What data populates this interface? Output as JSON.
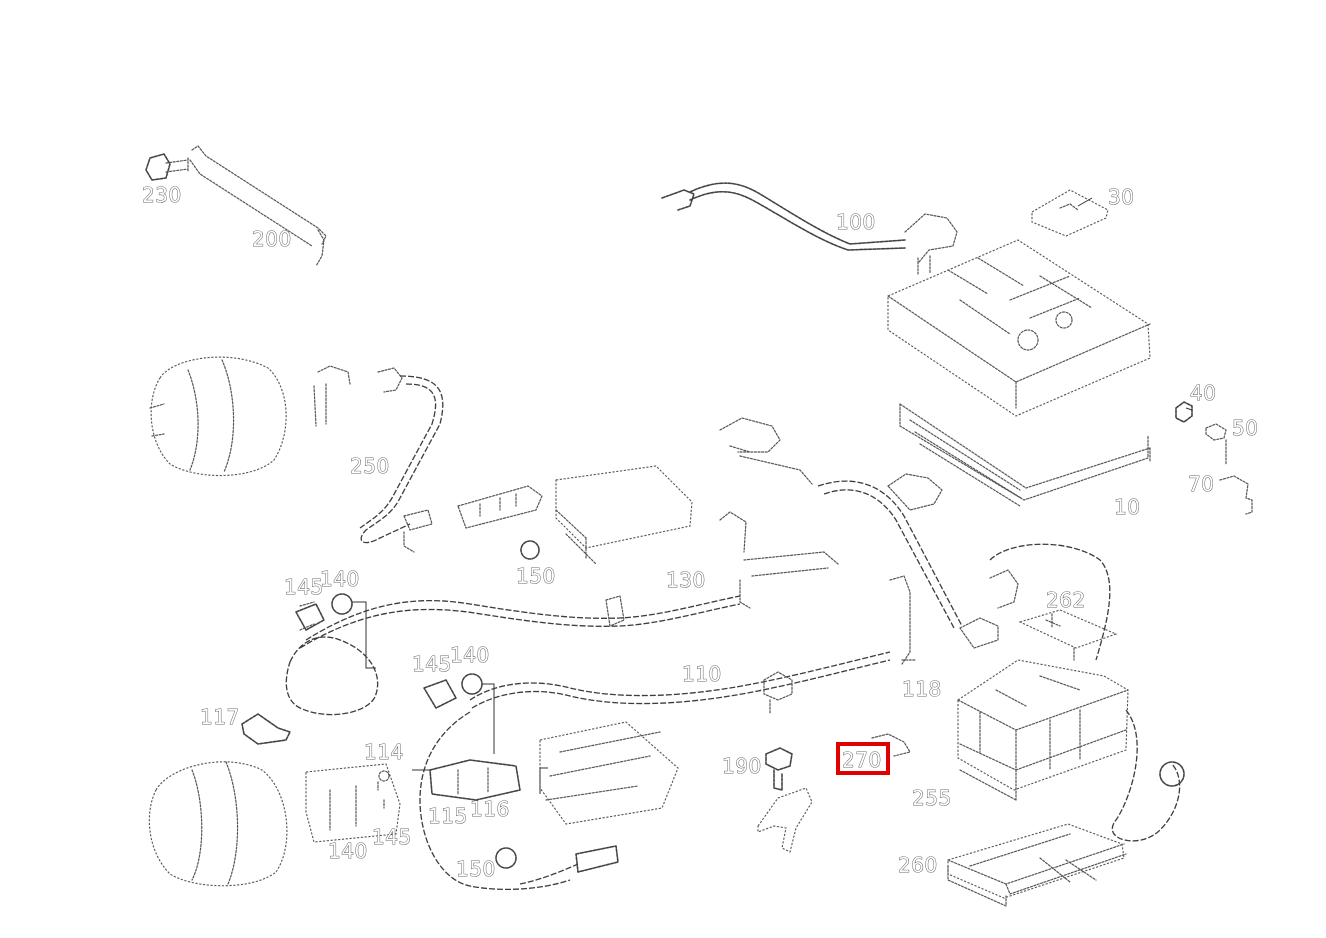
{
  "diagram": {
    "highlighted_part": "270",
    "highlight_color": "#e00000",
    "parts": {
      "p230": "230",
      "p200": "200",
      "p100": "100",
      "p30": "30",
      "p40": "40",
      "p50": "50",
      "p70": "70",
      "p10": "10",
      "p250": "250",
      "p150a": "150",
      "p130": "130",
      "p145a": "145",
      "p140a": "140",
      "p262": "262",
      "p145b": "145",
      "p140b": "140",
      "p110": "110",
      "p118": "118",
      "p117": "117",
      "p114": "114",
      "p190": "190",
      "p270": "270",
      "p255": "255",
      "p115": "115",
      "p116": "116",
      "p145c": "145",
      "p140c": "140",
      "p150b": "150",
      "p260": "260"
    }
  }
}
